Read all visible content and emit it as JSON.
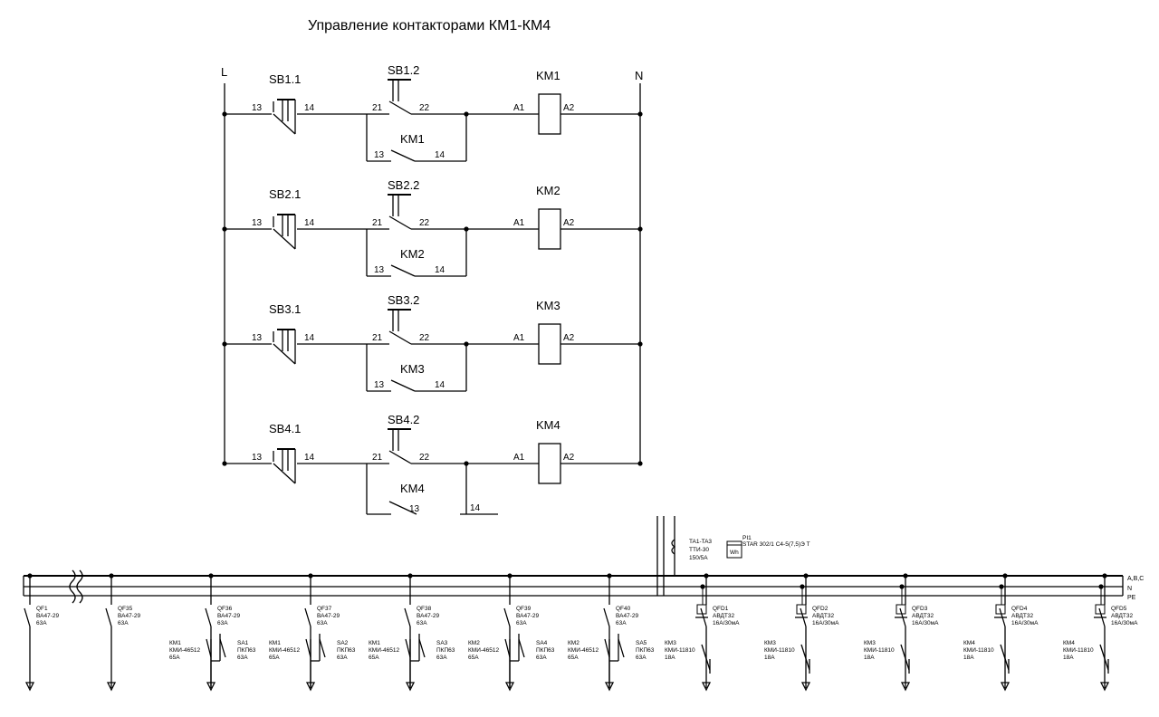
{
  "title": "Управление контакторами КМ1-КМ4",
  "rails": {
    "left": "L",
    "right": "N"
  },
  "rungs": [
    {
      "sb_a": "SB1.1",
      "sb_b": "SB1.2",
      "km": "KM1",
      "aux": "KM1"
    },
    {
      "sb_a": "SB2.1",
      "sb_b": "SB2.2",
      "km": "KM2",
      "aux": "KM2"
    },
    {
      "sb_a": "SB3.1",
      "sb_b": "SB3.2",
      "km": "KM3",
      "aux": "KM3"
    },
    {
      "sb_a": "SB4.1",
      "sb_b": "SB4.2",
      "km": "KM4",
      "aux": "KM4"
    }
  ],
  "pins": {
    "p13": "13",
    "p14": "14",
    "p21": "21",
    "p22": "22",
    "a1": "A1",
    "a2": "A2"
  },
  "meter": {
    "ct_name": "TA1-TA3",
    "ct_type": "ТТИ-30",
    "ct_ratio": "150/5A",
    "meter_name": "PI1",
    "meter_type": "STAR 302/1 C4-5(7,5)Э Т",
    "meter_unit": "Wh"
  },
  "bus_labels": [
    "A,B,C",
    "N",
    "PE"
  ],
  "feeders": [
    {
      "qf": [
        "QF1",
        "ВА47-29",
        "63А"
      ]
    },
    {
      "qf": [
        "QF35",
        "ВА47-29",
        "63А"
      ]
    },
    {
      "qf": [
        "QF36",
        "ВА47-29",
        "63А"
      ],
      "km": [
        "КМ1",
        "КМИ-46512",
        "65А"
      ],
      "sa": [
        "SA1",
        "ПКП63",
        "63А"
      ]
    },
    {
      "qf": [
        "QF37",
        "ВА47-29",
        "63А"
      ],
      "km": [
        "КМ1",
        "КМИ-46512",
        "65А"
      ],
      "sa": [
        "SA2",
        "ПКП63",
        "63А"
      ]
    },
    {
      "qf": [
        "QF38",
        "ВА47-29",
        "63А"
      ],
      "km": [
        "КМ1",
        "КМИ-46512",
        "65А"
      ],
      "sa": [
        "SA3",
        "ПКП63",
        "63А"
      ]
    },
    {
      "qf": [
        "QF39",
        "ВА47-29",
        "63А"
      ],
      "km": [
        "КМ2",
        "КМИ-46512",
        "65А"
      ],
      "sa": [
        "SA4",
        "ПКП63",
        "63А"
      ]
    },
    {
      "qf": [
        "QF40",
        "ВА47-29",
        "63А"
      ],
      "km": [
        "КМ2",
        "КМИ-46512",
        "65А"
      ],
      "sa": [
        "SA5",
        "ПКП63",
        "63А"
      ]
    },
    {
      "qf": [
        "QFD1",
        "АВДТ32",
        "16А/30мА"
      ],
      "km": [
        "КМ3",
        "КМИ-11810",
        "18А"
      ]
    },
    {
      "qf": [
        "QFD2",
        "АВДТ32",
        "16А/30мА"
      ],
      "km": [
        "КМ3",
        "КМИ-11810",
        "18А"
      ]
    },
    {
      "qf": [
        "QFD3",
        "АВДТ32",
        "16А/30мА"
      ],
      "km": [
        "КМ3",
        "КМИ-11810",
        "18А"
      ]
    },
    {
      "qf": [
        "QFD4",
        "АВДТ32",
        "16А/30мА"
      ],
      "km": [
        "КМ4",
        "КМИ-11810",
        "18А"
      ]
    },
    {
      "qf": [
        "QFD5",
        "АВДТ32",
        "16А/30мА"
      ],
      "km": [
        "КМ4",
        "КМИ-11810",
        "18А"
      ]
    }
  ]
}
